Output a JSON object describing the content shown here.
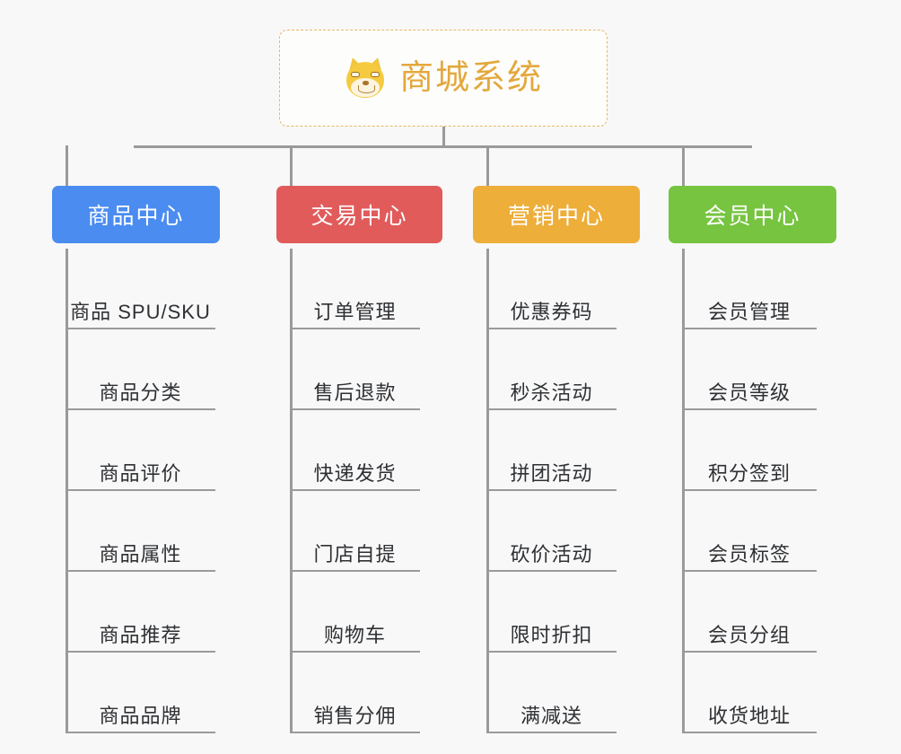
{
  "diagram": {
    "type": "org-chart",
    "background_color": "#f8f8f8",
    "root": {
      "title": "商城系统",
      "icon": "shiba-inu-emoji",
      "text_color": "#e3a83c",
      "border_color": "#e8b765"
    },
    "connector_color": "#9a9a9a",
    "columns": [
      {
        "id": "product-center",
        "label": "商品中心",
        "color": "#4a8cf0",
        "items": [
          "商品 SPU/SKU",
          "商品分类",
          "商品评价",
          "商品属性",
          "商品推荐",
          "商品品牌"
        ]
      },
      {
        "id": "trade-center",
        "label": "交易中心",
        "color": "#e15b5b",
        "items": [
          "订单管理",
          "售后退款",
          "快递发货",
          "门店自提",
          "购物车",
          "销售分佣"
        ]
      },
      {
        "id": "marketing-center",
        "label": "营销中心",
        "color": "#edae3a",
        "items": [
          "优惠券码",
          "秒杀活动",
          "拼团活动",
          "砍价活动",
          "限时折扣",
          "满减送"
        ]
      },
      {
        "id": "member-center",
        "label": "会员中心",
        "color": "#76c440",
        "items": [
          "会员管理",
          "会员等级",
          "积分签到",
          "会员标签",
          "会员分组",
          "收货地址"
        ]
      }
    ]
  }
}
